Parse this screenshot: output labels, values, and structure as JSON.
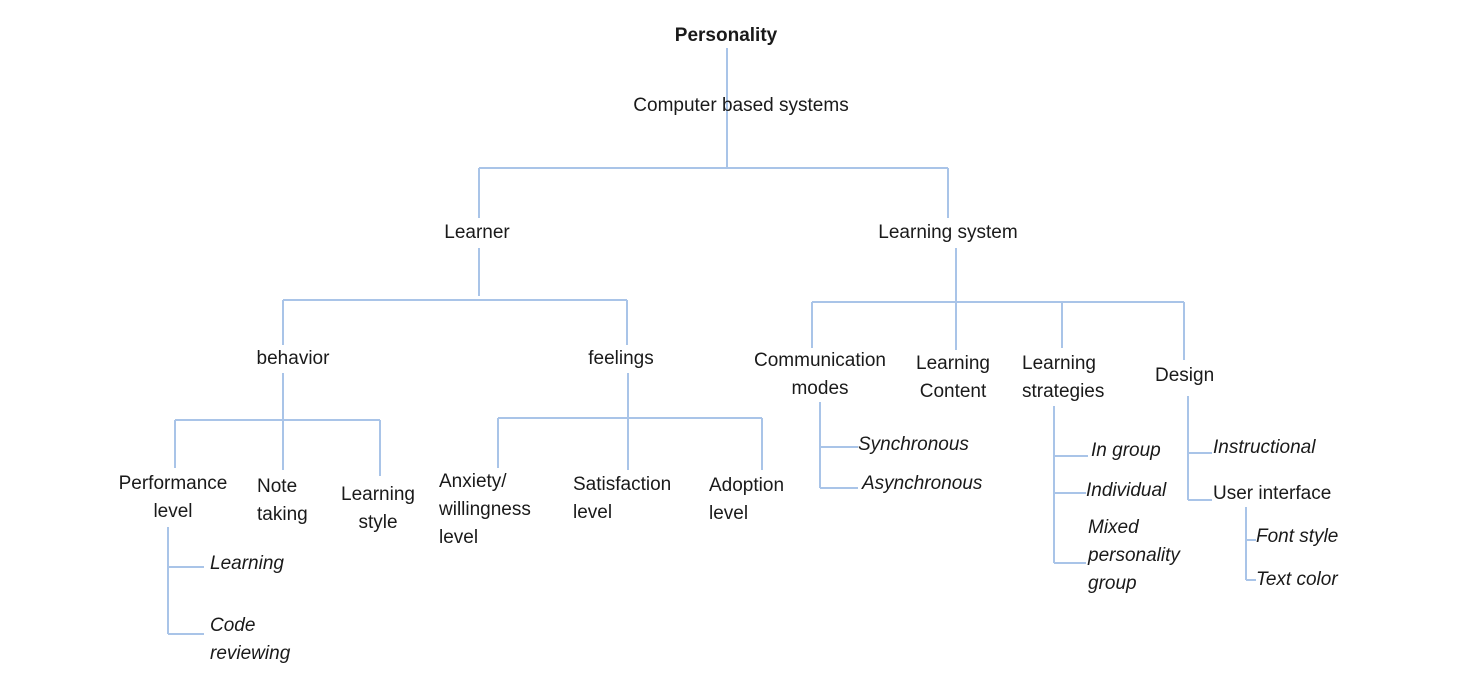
{
  "diagram": {
    "root": "Personality",
    "level1": "Computer based systems",
    "learner": {
      "label": "Learner",
      "behavior": {
        "label": "behavior",
        "performance_level": "Performance\nlevel",
        "performance_children": [
          "Learning",
          "Code\nreviewing"
        ],
        "note_taking": "Note\ntaking",
        "learning_style": "Learning\nstyle"
      },
      "feelings": {
        "label": "feelings",
        "anxiety": "Anxiety/\nwillingness\nlevel",
        "satisfaction": "Satisfaction\nlevel",
        "adoption": "Adoption\nlevel"
      }
    },
    "learning_system": {
      "label": "Learning system",
      "communication_modes": {
        "label": "Communication\nmodes",
        "children": [
          "Synchronous",
          "Asynchronous"
        ]
      },
      "learning_content": "Learning\nContent",
      "learning_strategies": {
        "label": "Learning\nstrategies",
        "children": [
          "In group",
          "Individual",
          "Mixed\npersonality\ngroup"
        ]
      },
      "design": {
        "label": "Design",
        "instructional": "Instructional",
        "user_interface": {
          "label": "User interface",
          "children": [
            "Font style",
            "Text color"
          ]
        }
      }
    },
    "colors": {
      "connector": "#a9c4e8",
      "text": "#1a1a1a"
    }
  }
}
